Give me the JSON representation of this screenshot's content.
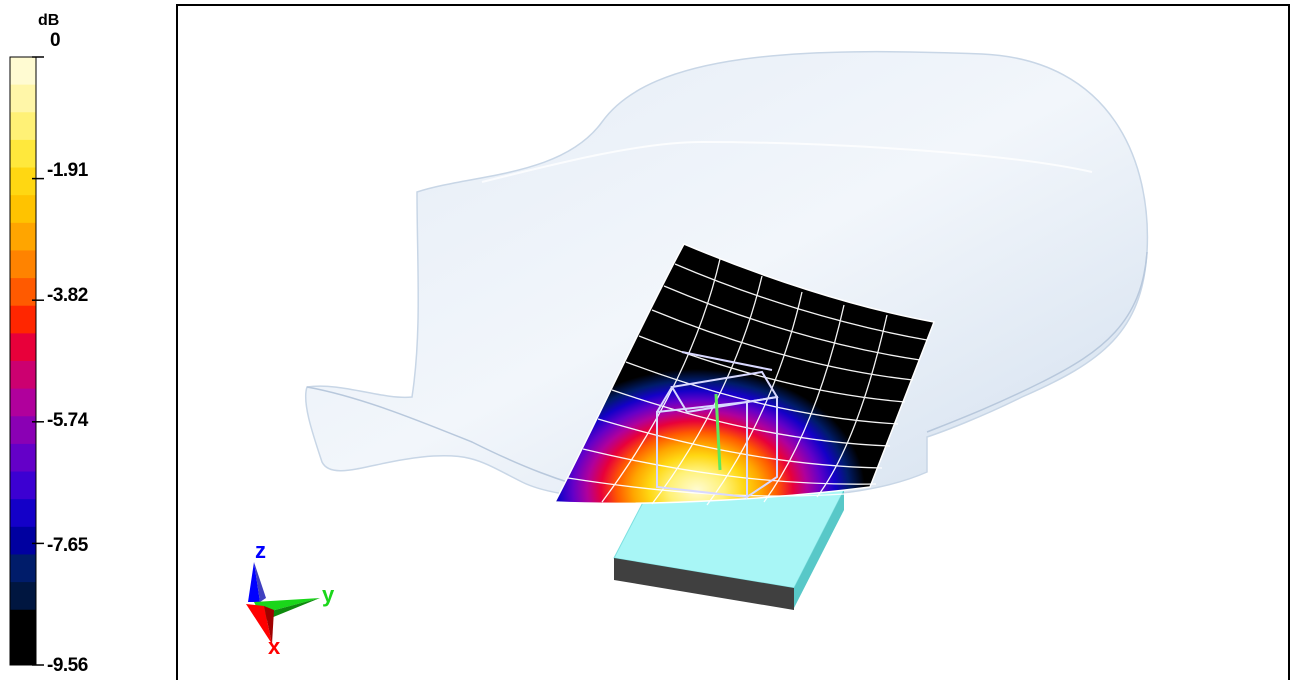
{
  "legend": {
    "unit": "dB",
    "ticks": [
      "0",
      "-1.91",
      "-3.82",
      "-5.74",
      "-7.65",
      "-9.56"
    ],
    "scale_colors": [
      "#fffbd2",
      "#fff6a8",
      "#fff176",
      "#ffe83c",
      "#ffd712",
      "#ffc300",
      "#ffa500",
      "#ff8300",
      "#ff5a00",
      "#ff2600",
      "#e8003a",
      "#cc0070",
      "#b0009c",
      "#8a00b4",
      "#6400c8",
      "#3c00d2",
      "#1400c8",
      "#0000a0",
      "#001c6a",
      "#001640",
      "#000000",
      "#000000"
    ]
  },
  "viewport": {
    "axes": {
      "x": "x",
      "y": "y",
      "z": "z"
    },
    "colors": {
      "head": "#d6e2f0",
      "device_top": "#a8f6f6",
      "device_side": "#404040",
      "x_axis": "#ff0000",
      "y_axis": "#1ad61a",
      "z_axis": "#0000ff"
    }
  }
}
